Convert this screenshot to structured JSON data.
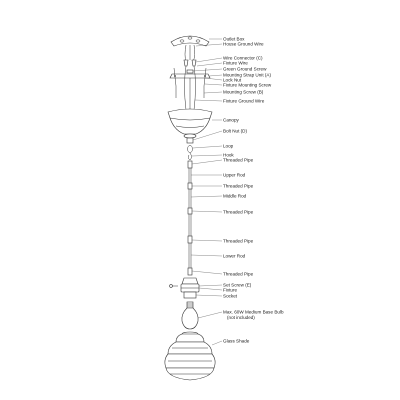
{
  "labels": {
    "outlet_box": "Outlet Box",
    "house_ground_wire": "House Ground Wire",
    "wire_connector": "Wire Connector (C)",
    "fixture_wire": "Fixture Wire",
    "green_ground_screw": "Green Ground Screw",
    "mounting_strap_unit": "Mounting Strap Unit (A)",
    "lock_nut": "Lock Nut",
    "fixture_mounting_screw": "Fixture Mounting Screw",
    "mounting_screw": "Mounting Screw (B)",
    "fixture_ground_wire": "Fixture Ground Wire",
    "canopy": "Canopy",
    "bolt_nut": "Bolt Nut (D)",
    "loop": "Loop",
    "hook": "Hook",
    "threaded_pipe_1": "Threaded Pipe",
    "upper_rod": "Upper Rod",
    "threaded_pipe_2": "Threaded Pipe",
    "middle_rod": "Middle Rod",
    "threaded_pipe_3": "Threaded Pipe",
    "threaded_pipe_4": "Threaded Pipe",
    "lower_rod": "Lower Rod",
    "threaded_pipe_5": "Threaded Pipe",
    "set_screw": "Set Screw (E)",
    "fixture": "Fixture",
    "socket": "Socket",
    "bulb_line1": "Max. 60W Medium Base Bulb",
    "bulb_line2": "(not included)",
    "glass_shade": "Glass Shade"
  },
  "colors": {
    "stroke": "#333333",
    "text": "#222222",
    "background": "#ffffff"
  }
}
